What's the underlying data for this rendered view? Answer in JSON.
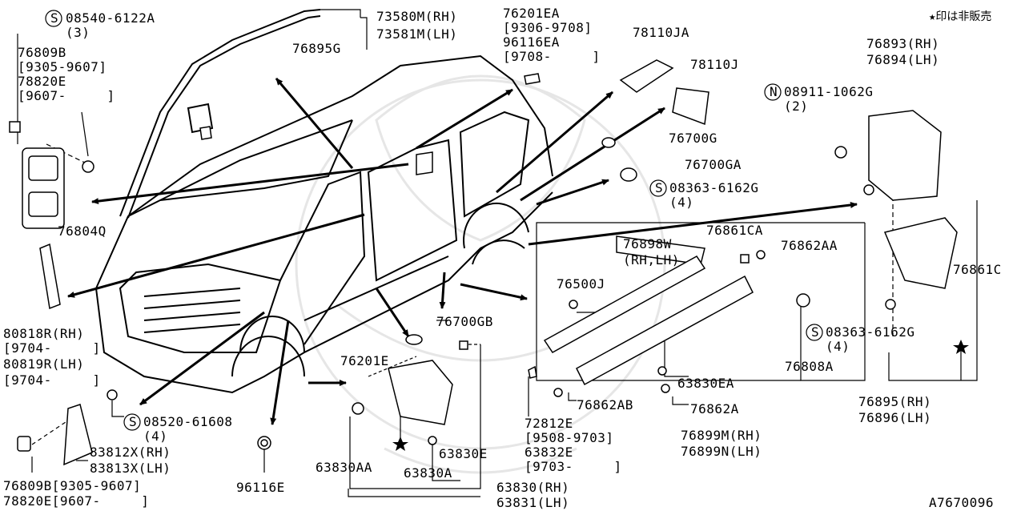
{
  "note": "★印は非販売",
  "diagram_id": "A7670096",
  "parts": {
    "p08540": {
      "line1": "08540-6122A",
      "line2": "(3)",
      "prefix_symbol": "S"
    },
    "p76809B_top": {
      "line1": "76809B",
      "line2": "[9305-9607]",
      "line3": "78820E",
      "line4": "[9607-     ]"
    },
    "p76804Q": "76804Q",
    "p73580": {
      "line1": "73580M(RH)",
      "line2": "73581M(LH)"
    },
    "p76895G": "76895G",
    "p76201EA": {
      "line1": "76201EA",
      "line2": "[9306-9708]",
      "line3": "96116EA",
      "line4": "[9708-     ]"
    },
    "p78110JA": "78110JA",
    "p78110J": "78110J",
    "p76700G": "76700G",
    "p76700GA": "76700GA",
    "p08363_top": {
      "line1": "08363-6162G",
      "line2": "(4)",
      "prefix_symbol": "S"
    },
    "p08911": {
      "line1": "08911-1062G",
      "line2": "(2)",
      "prefix_symbol": "N"
    },
    "p76893": {
      "line1": "76893(RH)",
      "line2": "76894(LH)"
    },
    "p76861CA": "76861CA",
    "p76862AA": "76862AA",
    "p76898W": {
      "line1": "76898W",
      "line2": "(RH,LH)"
    },
    "p76500J": "76500J",
    "p76861C": "76861C",
    "p76700GB": "76700GB",
    "p08363_mid": {
      "line1": "08363-6162G",
      "line2": "(4)",
      "prefix_symbol": "S"
    },
    "p76808A": "76808A",
    "p80818R": {
      "line1": "80818R(RH)",
      "line2": "[9704-     ]",
      "line3": "80819R(LH)",
      "line4": "[9704-     ]"
    },
    "p76201E": "76201E",
    "p63830EA": "63830EA",
    "p76862AB": "76862AB",
    "p76862A": "76862A",
    "p72812E": {
      "line1": "72812E",
      "line2": "[9508-9703]",
      "line3": "63832E",
      "line4": "[9703-     ]"
    },
    "p76895": {
      "line1": "76895(RH)",
      "line2": "76896(LH)"
    },
    "p08520": {
      "line1": "08520-61608",
      "line2": "(4)",
      "prefix_symbol": "S"
    },
    "p83812X": {
      "line1": "83812X(RH)",
      "line2": "83813X(LH)"
    },
    "p63830E": "63830E",
    "p76899M": {
      "line1": "76899M(RH)",
      "line2": "76899N(LH)"
    },
    "p76809B_bot": {
      "line1": "76809B[9305-9607]",
      "line2": "78820E[9607-     ]"
    },
    "p96116E": "96116E",
    "p63830AA": "63830AA",
    "p63830A": "63830A",
    "p63830": {
      "line1": "63830(RH)",
      "line2": "63831(LH)"
    }
  },
  "non_sale_symbol": "★"
}
